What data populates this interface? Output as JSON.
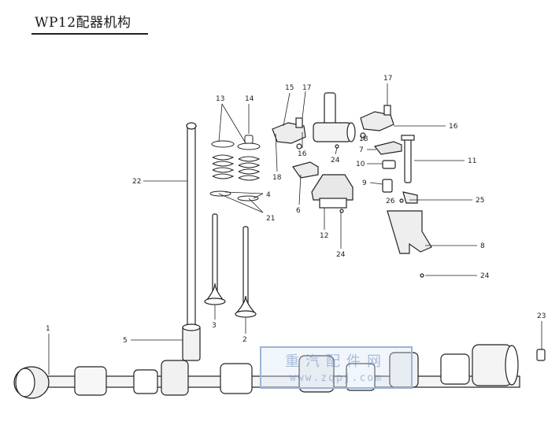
{
  "title": "WP12配器机构",
  "watermark": {
    "text": "重汽配件网",
    "url": "www.zqpj.com"
  },
  "callouts": {
    "c1": "1",
    "c2": "2",
    "c3": "3",
    "c4": "4",
    "c5": "5",
    "c6": "6",
    "c7": "7",
    "c8": "8",
    "c9": "9",
    "c10": "10",
    "c11": "11",
    "c12": "12",
    "c13": "13",
    "c14": "14",
    "c15": "15",
    "c16a": "16",
    "c16b": "16",
    "c17a": "17",
    "c17b": "17",
    "c18a": "18",
    "c18b": "18",
    "c21": "21",
    "c22": "22",
    "c23": "23",
    "c24a": "24",
    "c24b": "24",
    "c24c": "24",
    "c25": "25",
    "c26": "26"
  }
}
